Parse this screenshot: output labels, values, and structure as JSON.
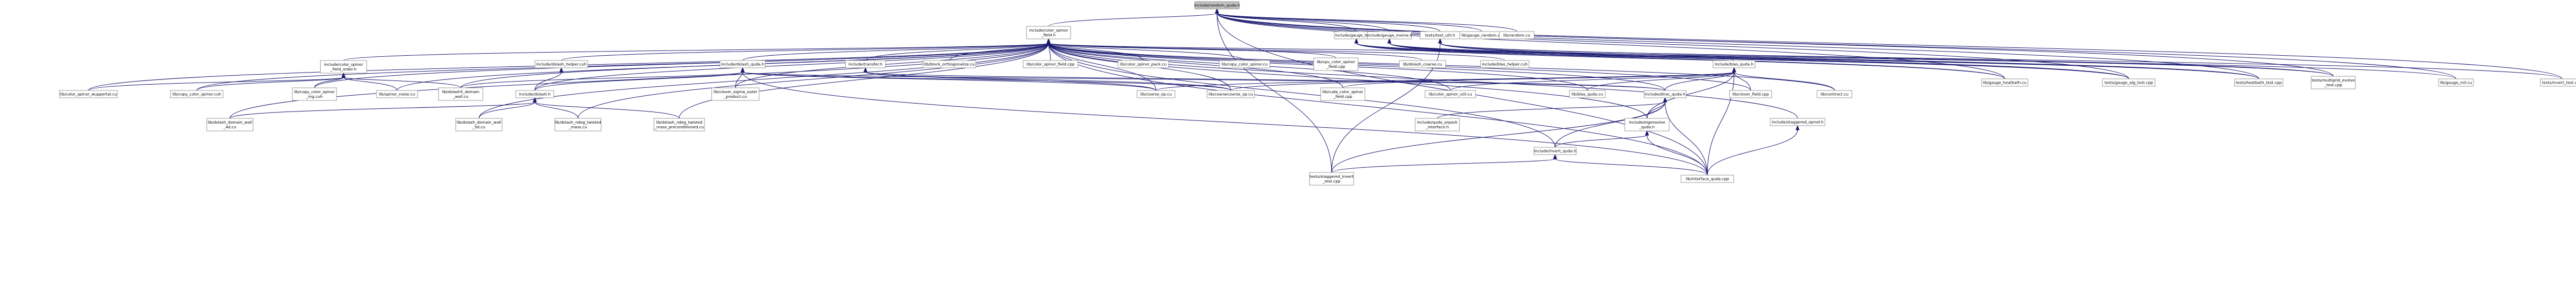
{
  "colors": {
    "edge": "#191970",
    "box_border_black": "#000000",
    "box_border_red": "#ff0000",
    "box_border_grey": "#999999",
    "root_fill": "#bfbfbf",
    "node_fill": "#ffffff"
  },
  "nodes": [
    {
      "id": "root",
      "lines": [
        "include/random_quda.h"
      ],
      "border": "grey",
      "fill": "grey"
    },
    {
      "id": "color_spinor_field_h",
      "lines": [
        "include/color_spinor",
        "_field.h"
      ],
      "border": "red"
    },
    {
      "id": "gauge_tools_h",
      "lines": [
        "include/gauge_tools.h"
      ],
      "border": "black"
    },
    {
      "id": "gauge_mome_h",
      "lines": [
        "include/gauge_mome.h"
      ],
      "border": "red"
    },
    {
      "id": "test_util_h",
      "lines": [
        "tests/test_util.h"
      ],
      "border": "red"
    },
    {
      "id": "gauge_random_cu",
      "lines": [
        "lib/gauge_random.cu"
      ],
      "border": "black"
    },
    {
      "id": "random_cu",
      "lines": [
        "lib/random.cu"
      ],
      "border": "black"
    },
    {
      "id": "color_spinor_field_order_h",
      "lines": [
        "include/color_spinor",
        "_field_order.h"
      ],
      "border": "red"
    },
    {
      "id": "dslash_helper_cuh",
      "lines": [
        "include/dslash_helper.cuh"
      ],
      "border": "red"
    },
    {
      "id": "dslash_quda_h",
      "lines": [
        "include/dslash_quda.h"
      ],
      "border": "red"
    },
    {
      "id": "transfer_h",
      "lines": [
        "include/transfer.h"
      ],
      "border": "red"
    },
    {
      "id": "block_orthogonalize_cu",
      "lines": [
        "lib/block_orthogonalize.cu"
      ],
      "border": "black"
    },
    {
      "id": "color_spinor_field_cpp",
      "lines": [
        "lib/color_spinor_field.cpp"
      ],
      "border": "black"
    },
    {
      "id": "color_spinor_pack_cu",
      "lines": [
        "lib/color_spinor_pack.cu"
      ],
      "border": "black"
    },
    {
      "id": "copy_color_spinor_cu",
      "lines": [
        "lib/copy_color_spinor.cu"
      ],
      "border": "black"
    },
    {
      "id": "cpu_color_spinor_field_cpp",
      "lines": [
        "lib/cpu_color_spinor",
        "_field.cpp"
      ],
      "border": "black"
    },
    {
      "id": "dslash_coarse_cu",
      "lines": [
        "lib/dslash_coarse.cu"
      ],
      "border": "black"
    },
    {
      "id": "blas_helper_cuh",
      "lines": [
        "include/blas_helper.cuh"
      ],
      "border": "red"
    },
    {
      "id": "blas_quda_h",
      "lines": [
        "include/blas_quda.h"
      ],
      "border": "red"
    },
    {
      "id": "gauge_heatbath_cu",
      "lines": [
        "lib/gauge_heatbath.cu"
      ],
      "border": "black"
    },
    {
      "id": "gauge_alg_test_cpp",
      "lines": [
        "tests/gauge_alg_test.cpp"
      ],
      "border": "black"
    },
    {
      "id": "heatbath_test_cpp",
      "lines": [
        "tests/heatbath_test.cpp"
      ],
      "border": "black"
    },
    {
      "id": "multigrid_evolve_test_cpp",
      "lines": [
        "tests/multigrid_evolve",
        "_test.cpp"
      ],
      "border": "black"
    },
    {
      "id": "gauge_mil_cu",
      "lines": [
        "lib/gauge_mil.cu"
      ],
      "border": "black"
    },
    {
      "id": "invert_test_cpp",
      "lines": [
        "tests/invert_test.cpp"
      ],
      "border": "black"
    },
    {
      "id": "color_spinor_wuppertal_cu",
      "lines": [
        "lib/color_spinor_wuppertal.cu"
      ],
      "border": "black"
    },
    {
      "id": "copy_color_spinor_cuh",
      "lines": [
        "lib/copy_color_spinor.cuh"
      ],
      "border": "red"
    },
    {
      "id": "copy_color_spinor_mg_cuh",
      "lines": [
        "lib/copy_color_spinor",
        "_mg.cuh"
      ],
      "border": "red"
    },
    {
      "id": "spinor_noise_cu",
      "lines": [
        "lib/spinor_noise.cu"
      ],
      "border": "black"
    },
    {
      "id": "dslash5_domain_wall_cu",
      "lines": [
        "lib/dslash5_domain",
        "_wall.cu"
      ],
      "border": "black"
    },
    {
      "id": "dslash_h",
      "lines": [
        "include/dslash.h"
      ],
      "border": "red"
    },
    {
      "id": "clover_sigma_outer_product_cu",
      "lines": [
        "lib/clover_sigma_outer",
        "_product.cu"
      ],
      "border": "black"
    },
    {
      "id": "coarse_op_cu",
      "lines": [
        "lib/coarse_op.cu"
      ],
      "border": "black"
    },
    {
      "id": "coarsecoarse_op_cu",
      "lines": [
        "lib/coarsecoarse_op.cu"
      ],
      "border": "black"
    },
    {
      "id": "cuda_color_spinor_field_cpp",
      "lines": [
        "lib/cuda_color_spinor",
        "_field.cpp"
      ],
      "border": "black"
    },
    {
      "id": "color_spinor_util_cu",
      "lines": [
        "lib/color_spinor_util.cu"
      ],
      "border": "black"
    },
    {
      "id": "blas_quda_cu",
      "lines": [
        "lib/blas_quda.cu"
      ],
      "border": "black"
    },
    {
      "id": "dirac_quda_h",
      "lines": [
        "include/dirac_quda.h"
      ],
      "border": "red"
    },
    {
      "id": "clover_field_cpp",
      "lines": [
        "lib/clover_field.cpp"
      ],
      "border": "black"
    },
    {
      "id": "contract_cu",
      "lines": [
        "lib/contract.cu"
      ],
      "border": "black"
    },
    {
      "id": "dslash_domain_wall_4d_cu",
      "lines": [
        "lib/dslash_domain_wall",
        "_4d.cu"
      ],
      "border": "black"
    },
    {
      "id": "dslash_domain_wall_5d_cu",
      "lines": [
        "lib/dslash_domain_wall",
        "_5d.cu"
      ],
      "border": "black"
    },
    {
      "id": "dslash_ndeg_twisted_mass_cu",
      "lines": [
        "lib/dslash_ndeg_twisted",
        "_mass.cu"
      ],
      "border": "black"
    },
    {
      "id": "dslash_ndeg_twisted_mass_preconditioned_cu",
      "lines": [
        "lib/dslash_ndeg_twisted",
        "_mass_preconditioned.cu"
      ],
      "border": "black"
    },
    {
      "id": "quda_arpack_interface_h",
      "lines": [
        "include/quda_arpack",
        "_interface.h"
      ],
      "border": "red"
    },
    {
      "id": "eigensolve_quda_h",
      "lines": [
        "include/eigensolve",
        "_quda.h"
      ],
      "border": "red"
    },
    {
      "id": "staggered_oprod_h",
      "lines": [
        "include/staggered_oprod.h"
      ],
      "border": "red"
    },
    {
      "id": "invert_quda_h",
      "lines": [
        "include/invert_quda.h"
      ],
      "border": "red"
    },
    {
      "id": "staggered_invert_test_cpp",
      "lines": [
        "tests/staggered_invert",
        "_test.cpp"
      ],
      "border": "black"
    },
    {
      "id": "interface_quda_cpp",
      "lines": [
        "lib/interface_quda.cpp"
      ],
      "border": "black"
    }
  ]
}
